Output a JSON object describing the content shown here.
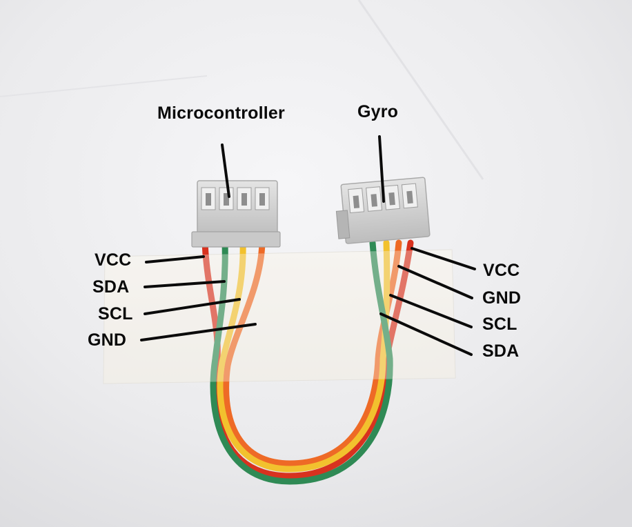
{
  "titles": {
    "left_connector": "Microcontroller",
    "right_connector": "Gyro"
  },
  "left_pins": [
    "VCC",
    "SDA",
    "SCL",
    "GND"
  ],
  "right_pins": [
    "VCC",
    "GND",
    "SCL",
    "SDA"
  ],
  "colors": {
    "wire_red": "#d8321f",
    "wire_green": "#2f8a55",
    "wire_yellow": "#f2c12e",
    "wire_orange": "#ee6a26",
    "connector": "#d7d7d7",
    "tape": "#f4f1ec",
    "pointer_line": "#0b0b0b"
  }
}
